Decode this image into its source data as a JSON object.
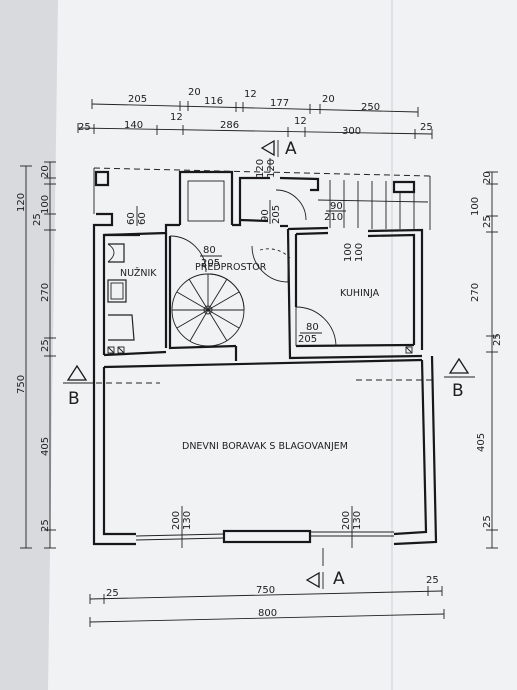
{
  "rooms": {
    "toilet": "NUŽNIK",
    "hall": "PREDPROSTOR",
    "kitchen": "KUHINJA",
    "living": "DNEVNI BORAVAK S BLAGOVANJEM"
  },
  "section_marks": {
    "a": "A",
    "b": "B"
  },
  "dims_top_row1": [
    "205",
    "20",
    "116",
    "12",
    "177",
    "20",
    "250"
  ],
  "dims_top_row2": [
    "25",
    "140",
    "12",
    "286",
    "12",
    "300",
    "25"
  ],
  "dims_bottom": {
    "left25": "25",
    "mid750": "750",
    "right25": "25",
    "total800": "800"
  },
  "dims_left_outer": {
    "total": "750"
  },
  "dims_left_inner": [
    "120",
    "20",
    "25",
    "100",
    "270",
    "25",
    "405",
    "25"
  ],
  "dims_right": [
    "20",
    "100",
    "25",
    "270",
    "25",
    "405",
    "25"
  ],
  "openings": {
    "toilet_door": {
      "w": "80",
      "h": "205"
    },
    "wc_window": {
      "w": "60",
      "h": "60"
    },
    "kitchen_door": {
      "w": "80",
      "h": "205"
    },
    "hall_window": {
      "w": "120",
      "h": "120"
    },
    "hall_door": {
      "w": "90",
      "h": "205"
    },
    "stair_door": {
      "w": "90",
      "h": "210"
    },
    "kitchen_window": {
      "w": "100",
      "h": "100"
    },
    "front_window_left": {
      "w": "200",
      "h": "130"
    },
    "front_window_right": {
      "w": "200",
      "h": "130"
    }
  }
}
